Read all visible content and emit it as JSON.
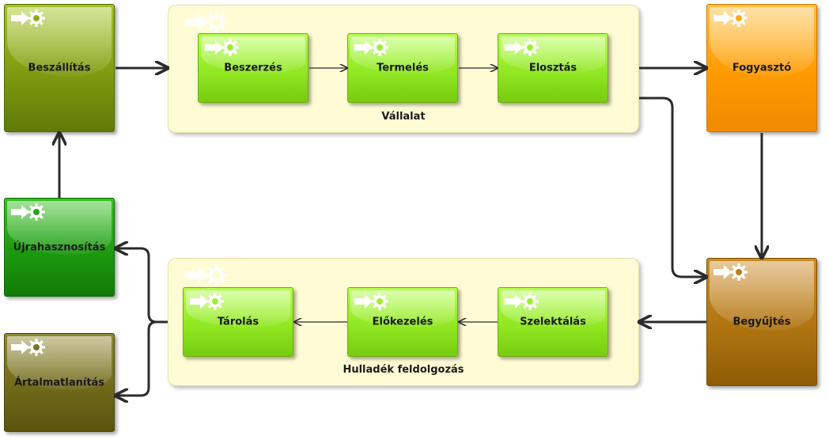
{
  "colors": {
    "supplier": "#7f9a10",
    "reuse": "#1d9a10",
    "disposal": "#706a1a",
    "consumer": "#ff9a00",
    "collection": "#b07410",
    "subprocess": "#8ee520",
    "container": "#fffbd4",
    "arrow": "#2b2b2b"
  },
  "icon": "arrow-gear-icon",
  "nodes": {
    "supplier": "Beszállítás",
    "company": "Vállalat",
    "procurement": "Beszerzés",
    "production": "Termelés",
    "distribution": "Elosztás",
    "consumer": "Fogyasztó",
    "collection": "Begyűjtés",
    "waste": "Hulladék feldolgozás",
    "sorting": "Szelektálás",
    "preprocessing": "Előkezelés",
    "storage": "Tárolás",
    "reuse": "Újrahasznosítás",
    "disposal": "Ártalmatlanítás"
  }
}
